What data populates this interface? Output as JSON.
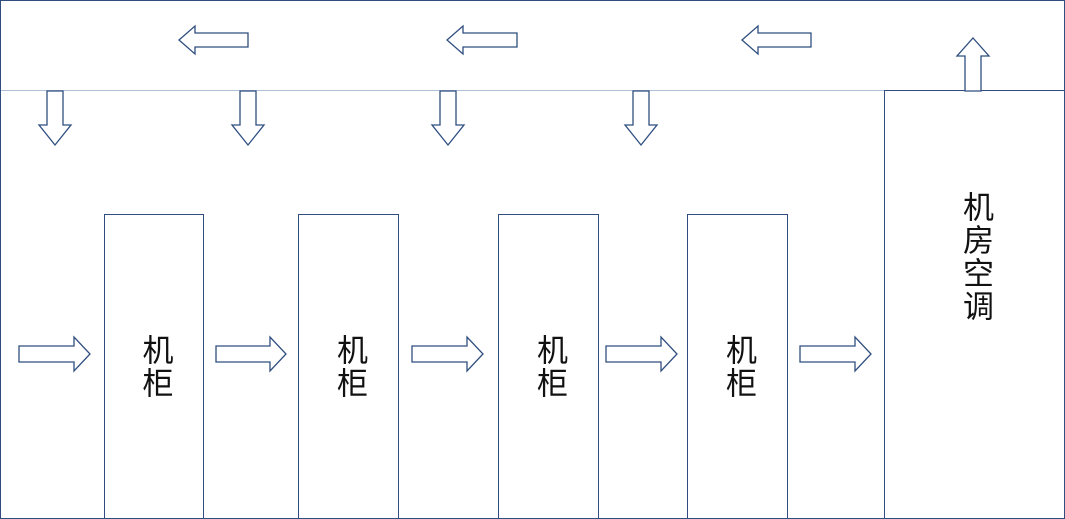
{
  "cabinets": [
    {
      "label": "机柜"
    },
    {
      "label": "机柜"
    },
    {
      "label": "机柜"
    },
    {
      "label": "机柜"
    }
  ],
  "crac": {
    "label": "机房空调"
  },
  "colors": {
    "stroke": "#2f4e7f",
    "ceiling_line": "#aebfd8",
    "background": "#ffffff"
  },
  "icons": [
    "arrow-left-icon",
    "arrow-down-icon",
    "arrow-right-icon",
    "arrow-up-icon"
  ]
}
